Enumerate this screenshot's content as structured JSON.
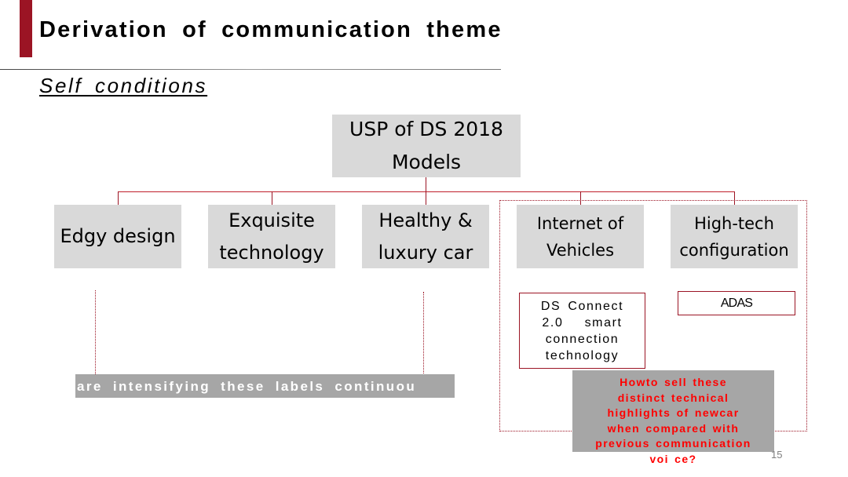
{
  "slide": {
    "title": "Derivation of communication theme",
    "subtitle": "Self conditions",
    "page_number": "15",
    "colors": {
      "accent": "#9b1424",
      "connector": "#c0202a",
      "box_fill": "#d9d9d9",
      "banner_fill": "#a6a6a6",
      "question_text": "#ff0000"
    }
  },
  "diagram": {
    "root": {
      "line1": "USP of DS 2018",
      "line2": "Models"
    },
    "children": [
      {
        "line1": "Edgy design",
        "line2": ""
      },
      {
        "line1": "Exquisite",
        "line2": "technology"
      },
      {
        "line1": "Healthy &",
        "line2": "luxury car"
      },
      {
        "line1": "Internet of",
        "line2": "Vehicles"
      },
      {
        "line1": "High-tech",
        "line2": "configuration"
      }
    ],
    "sub_items": {
      "internet_of_vehicles": [
        "DS Connect",
        "2.0   smart",
        "connection",
        "technology"
      ],
      "high_tech": "ADAS"
    },
    "banner_text": "are intensifying these labels continuou",
    "question_lines": [
      "Howto sell these",
      "distinct technical",
      "highlights of newcar",
      "when compared with",
      "previous communication",
      "voi ce?"
    ]
  }
}
